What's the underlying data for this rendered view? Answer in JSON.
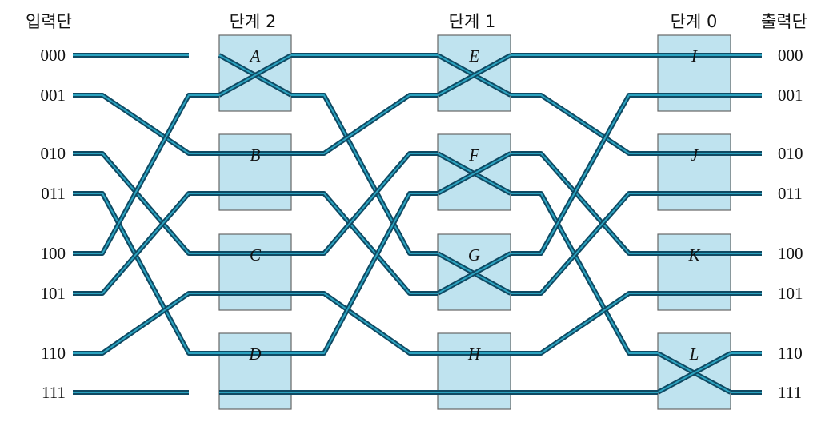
{
  "headers": {
    "input": "입력단",
    "stage2": "단계 2",
    "stage1": "단계 1",
    "stage0": "단계 0",
    "output": "출력단"
  },
  "inputs": [
    "000",
    "001",
    "010",
    "011",
    "100",
    "101",
    "110",
    "111"
  ],
  "outputs": [
    "000",
    "001",
    "010",
    "011",
    "100",
    "101",
    "110",
    "111"
  ],
  "switches": {
    "stage2": [
      {
        "label": "A",
        "state": "cross"
      },
      {
        "label": "B",
        "state": "straight"
      },
      {
        "label": "C",
        "state": "straight"
      },
      {
        "label": "D",
        "state": "straight"
      }
    ],
    "stage1": [
      {
        "label": "E",
        "state": "cross"
      },
      {
        "label": "F",
        "state": "cross"
      },
      {
        "label": "G",
        "state": "cross"
      },
      {
        "label": "H",
        "state": "straight"
      }
    ],
    "stage0": [
      {
        "label": "I",
        "state": "straight"
      },
      {
        "label": "J",
        "state": "straight"
      },
      {
        "label": "K",
        "state": "straight"
      },
      {
        "label": "L",
        "state": "cross"
      }
    ]
  },
  "colors": {
    "wire_outer": "#0f4a63",
    "wire_inner": "#2ba3c0",
    "box_fill": "#bfe3ef",
    "box_stroke": "#666666"
  }
}
